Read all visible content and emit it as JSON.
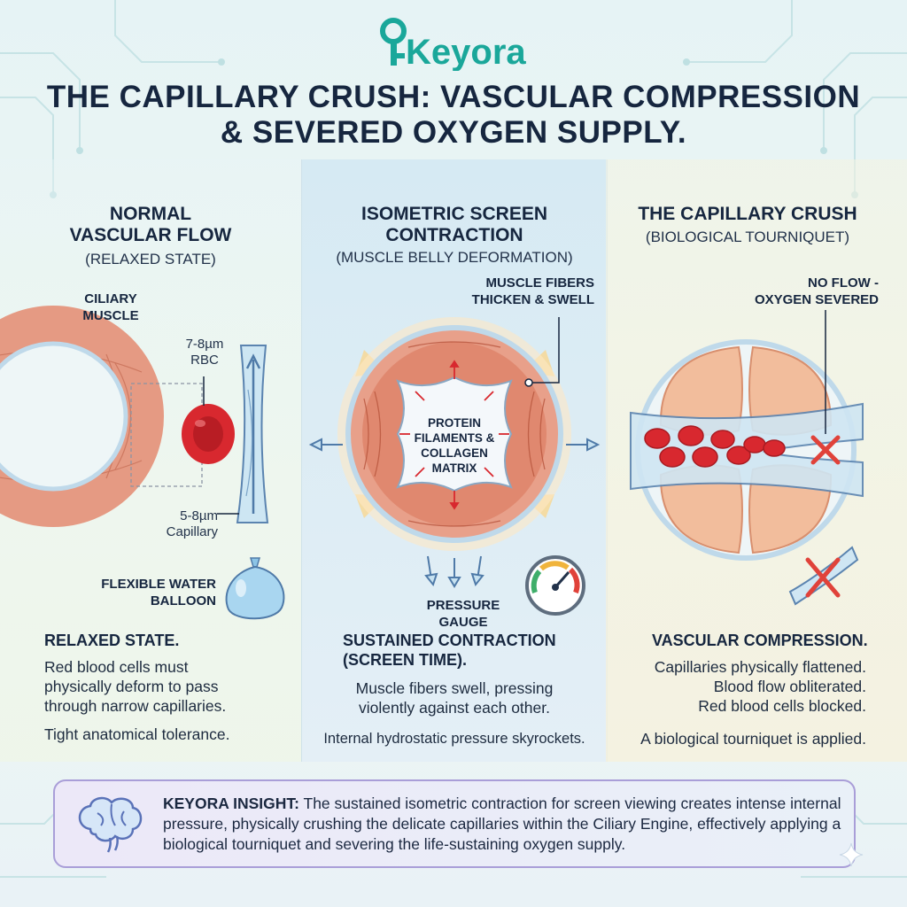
{
  "brand": {
    "name": "Keyora"
  },
  "title": "THE CAPILLARY CRUSH: VASCULAR COMPRESSION & SEVERED OXYGEN SUPPLY.",
  "panels": [
    {
      "heading_lines": [
        "NORMAL",
        "VASCULAR FLOW"
      ],
      "subtitle": "(RELAXED STATE)",
      "labels": {
        "muscle_lines": [
          "CILIARY",
          "MUSCLE"
        ],
        "rbc_lines": [
          "7-8µm",
          "RBC"
        ],
        "cap_lines": [
          "5-8µm",
          "Capillary"
        ],
        "balloon_lines": [
          "FLEXIBLE WATER",
          "BALLOON"
        ]
      },
      "state_title": "RELAXED STATE.",
      "body_lines": [
        "Red blood cells must",
        "physically deform to pass",
        "through narrow capillaries."
      ],
      "note": "Tight anatomical tolerance."
    },
    {
      "heading_lines": [
        "ISOMETRIC SCREEN",
        "CONTRACTION"
      ],
      "subtitle": "(MUSCLE BELLY DEFORMATION)",
      "labels": {
        "fibers_lines": [
          "MUSCLE FIBERS",
          "THICKEN & SWELL"
        ],
        "center_lines": [
          "PROTEIN",
          "FILAMENTS &",
          "COLLAGEN",
          "MATRIX"
        ],
        "gauge": "PRESSURE GAUGE"
      },
      "state_title_lines": [
        "SUSTAINED CONTRACTION",
        "(SCREEN TIME)."
      ],
      "body_lines": [
        "Muscle fibers swell, pressing",
        "violently against each other."
      ],
      "note": "Internal hydrostatic pressure skyrockets."
    },
    {
      "heading": "THE CAPILLARY CRUSH",
      "subtitle": "(BIOLOGICAL TOURNIQUET)",
      "labels": {
        "noflow_lines": [
          "NO FLOW -",
          "OXYGEN SEVERED"
        ]
      },
      "state_title": "VASCULAR COMPRESSION.",
      "body_lines": [
        "Capillaries physically flattened.",
        "Blood flow obliterated.",
        "Red blood cells blocked."
      ],
      "note": "A biological tourniquet is applied."
    }
  ],
  "insight": {
    "lead": "KEYORA INSIGHT:",
    "text": " The sustained isometric contraction for screen viewing creates intense internal pressure, physically crushing the delicate capillaries within the Ciliary Engine, effectively applying a biological tourniquet and severing the life-sustaining oxygen supply."
  },
  "colors": {
    "brand": "#1aa79a",
    "title": "#16263f",
    "blood": "#d8282f",
    "muscle": "#e8a08a",
    "capillary": "#9fcde6",
    "alert": "#e0423a",
    "insight_border": "#a99ed8"
  },
  "icons": [
    "keyhole-logo-icon",
    "red-blood-cell-icon",
    "water-balloon-icon",
    "pressure-gauge-icon",
    "blocked-x-icon",
    "brain-icon",
    "sparkle-icon"
  ]
}
